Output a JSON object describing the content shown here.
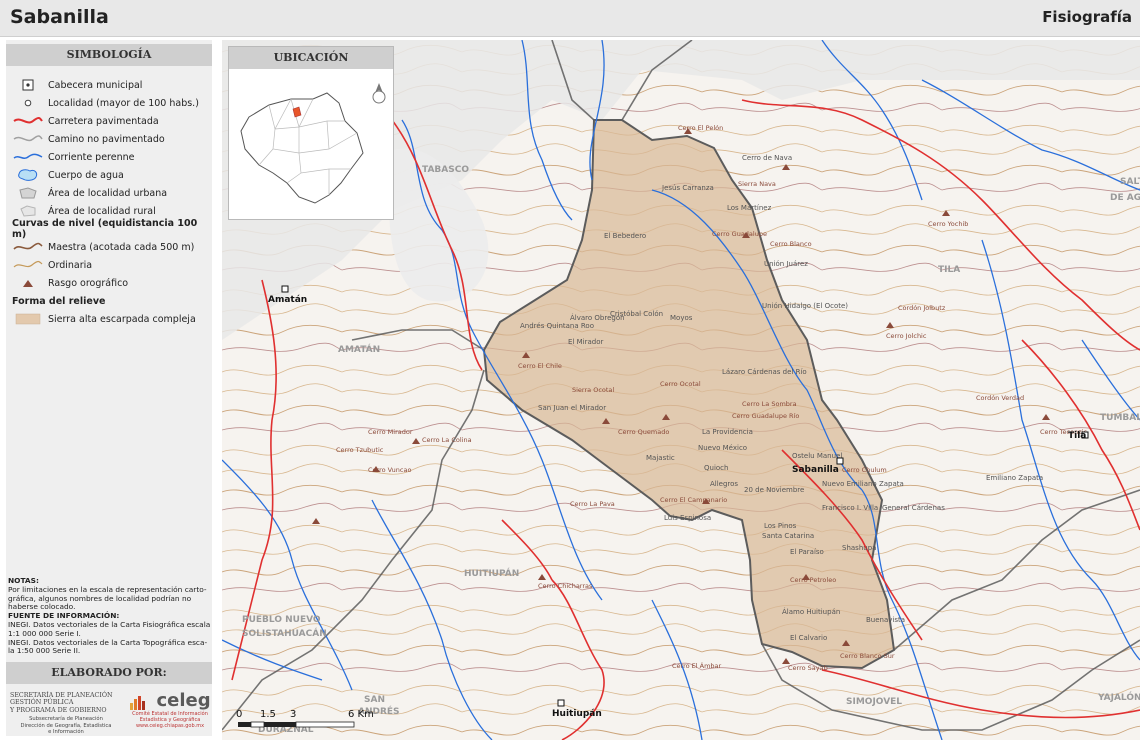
{
  "header": {
    "title": "Sabanilla",
    "theme": "Fisiografía"
  },
  "legend": {
    "title": "SIMBOLOGÍA",
    "items": [
      {
        "label": "Cabecera municipal",
        "icon": "square-dot-icon"
      },
      {
        "label": "Localidad (mayor de 100 habs.)",
        "icon": "circle-icon"
      },
      {
        "label": "Carretera pavimentada",
        "icon": "red-line-icon",
        "color": "#e03030"
      },
      {
        "label": "Camino no pavimentado",
        "icon": "gray-line-icon",
        "color": "#a0a0a0"
      },
      {
        "label": "Corriente perenne",
        "icon": "blue-line-icon",
        "color": "#2a6fdb"
      },
      {
        "label": "Cuerpo de agua",
        "icon": "water-body-icon",
        "color": "#8ec8f0"
      },
      {
        "label": "Área de localidad urbana",
        "icon": "urban-area-icon"
      },
      {
        "label": "Área de localidad rural",
        "icon": "rural-area-icon"
      }
    ],
    "contours_title": "Curvas de nivel (equidistancia 100 m)",
    "contours": [
      {
        "label": "Maestra (acotada cada 500 m)",
        "icon": "master-contour-icon",
        "color": "#8a5a3c"
      },
      {
        "label": "Ordinaria",
        "icon": "ordinary-contour-icon",
        "color": "#c59a5a"
      },
      {
        "label": "Rasgo orográfico",
        "icon": "peak-icon",
        "color": "#8a4a3a"
      }
    ],
    "relief_title": "Forma del relieve",
    "relief": [
      {
        "label": "Sierra alta escarpada compleja",
        "icon": "relief-swatch-icon",
        "color": "#e3c9ad"
      }
    ]
  },
  "notes": {
    "notas_title": "NOTAS:",
    "notas_lines": [
      "Por limitaciones en la escala de representación carto-",
      "gráfica, algunos nombres de localidad podrían no",
      "haberse colocado."
    ],
    "fuente_title": "FUENTE DE INFORMACIÓN:",
    "fuente_lines": [
      "INEGI. Datos vectoriales de la Carta Fisiográfica escala",
      "1:1 000 000 Serie I.",
      "INEGI. Datos vectoriales de la Carta Topográfica esca-",
      "la 1:50 000 Serie II."
    ]
  },
  "credits": {
    "title": "ELABORADO POR:",
    "left_lines": [
      "SECRETARÍA DE PLANEACIÓN",
      "GESTIÓN PÚBLICA",
      "Y PROGRAMA DE GOBIERNO"
    ],
    "left_sub": [
      "Subsecretaría de Planeación",
      "Dirección de Geografía, Estadística",
      "e Información"
    ],
    "right_logo": "celeg",
    "right_sub": [
      "Comité Estatal de Información",
      "Estadística y Geográfica",
      "www.ceieg.chiapas.gob.mx"
    ]
  },
  "inset": {
    "title": "UBICACIÓN",
    "north_icon": "north-arrow-icon"
  },
  "scale": {
    "ticks": [
      "0",
      "1.5",
      "3",
      "6 Km"
    ]
  },
  "map_labels": {
    "municipalities": [
      "TABASCO",
      "AMATÁN",
      "TILA",
      "HUITIUPÁN",
      "PUEBLO NUEVO",
      "SOLISTAHUACÁN",
      "SIMOJOVEL",
      "TUMBALÁ",
      "YAJALÓN",
      "SALTO",
      "DE AGUA",
      "SAN",
      "ANDRÉS",
      "DURAZNAL"
    ],
    "towns": [
      "Sabanilla",
      "Amatán",
      "Tila",
      "Huitiupán"
    ],
    "localities": [
      "Jesús Carranza",
      "Los Martínez",
      "El Bebedero",
      "Cerro de Nava",
      "Andrés Quintana Roo",
      "Álvaro Obregón",
      "Cristóbal Colón",
      "Moyos",
      "El Mirador",
      "Unión Juárez",
      "Unión Hidalgo (El Ocote)",
      "Emiliano Zapata",
      "Lázaro Cárdenas del Río",
      "San Juan el Mirador",
      "La Providencia",
      "Majastic",
      "Nuevo México",
      "Quioch",
      "Allegros",
      "20 de Noviembre",
      "Los Pinos",
      "Santa Catarina",
      "El Paraíso",
      "Álamo Huitiupán",
      "El Calvario",
      "Buenavista",
      "Francisco I. Villa",
      "General Cárdenas",
      "Shashupa",
      "Ostelu Manuel",
      "Nuevo Emiliano Zapata",
      "Luis Espinosa"
    ],
    "peaks": [
      "Cerro El Pelón",
      "Sierra Nava",
      "Cerro Guadalupe",
      "Cerro Blanco",
      "Cerro El Chile",
      "Sierra Ocotal",
      "Cerro Ocotal",
      "Cerro Quemado",
      "Cerro El Campanario",
      "Cerro La Pava",
      "Cerro Chicharras",
      "Cerro Mirador",
      "Cerro Tzubutic",
      "Cerro Vuncao",
      "Cerro La Colina",
      "Cerro Guadalupe Río",
      "Cerro Jolchic",
      "Cerro Yochib",
      "Cerro Teconzic",
      "Cordón Verdad",
      "Cordón Jolbutz",
      "Cerro Sayab",
      "Cerro El Ámbar",
      "Cerro Petroleo",
      "Cerro Blanco Sur",
      "Cerro La Sombra",
      "Cerro Chulum"
    ]
  }
}
